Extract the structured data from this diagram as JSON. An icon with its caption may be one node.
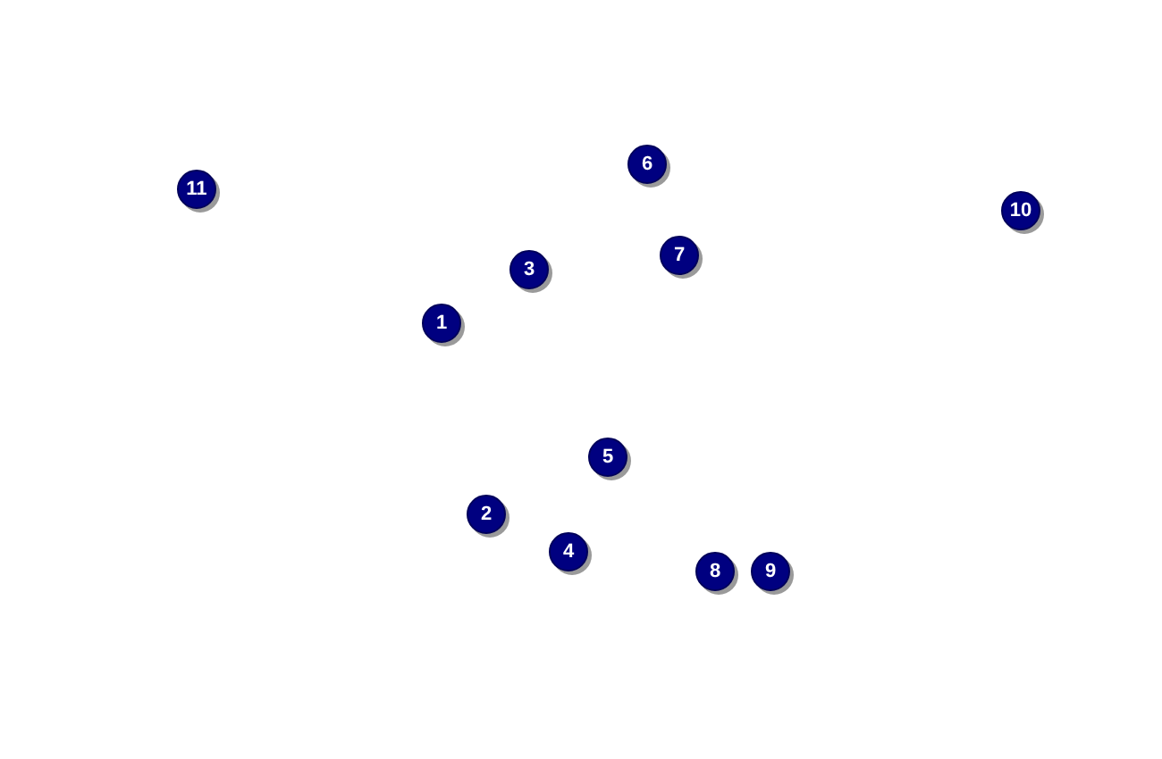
{
  "diagram": {
    "nodes": [
      {
        "text": [
          "6"
        ]
      },
      {
        "text": [
          "11"
        ]
      },
      {
        "text": [
          "10"
        ]
      },
      {
        "text": [
          "7"
        ]
      },
      {
        "text": [
          "3"
        ]
      },
      {
        "text": [
          "1"
        ]
      },
      {
        "text": [
          "5"
        ]
      },
      {
        "text": [
          "2"
        ]
      },
      {
        "text": [
          "4"
        ]
      },
      {
        "text": [
          "8"
        ]
      },
      {
        "text": [
          "9"
        ]
      }
    ]
  }
}
